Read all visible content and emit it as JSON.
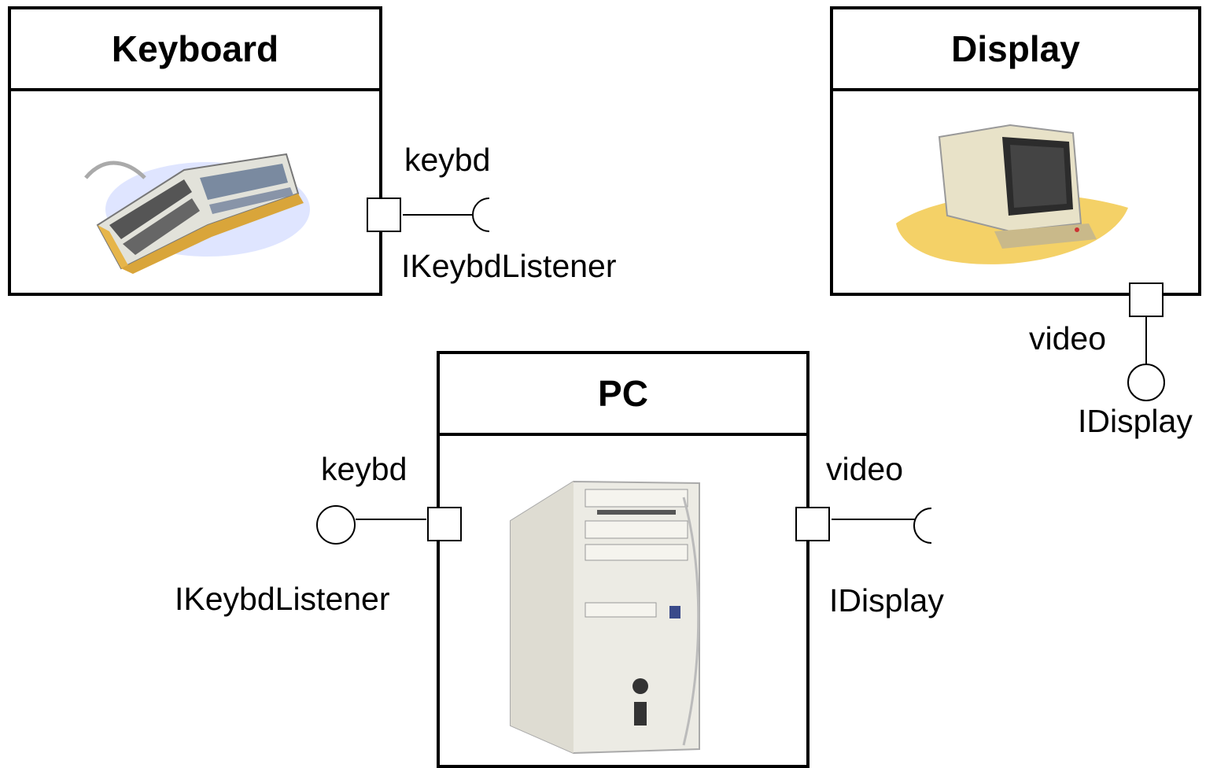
{
  "components": {
    "keyboard": {
      "title": "Keyboard",
      "image": "keyboard-illustration"
    },
    "display": {
      "title": "Display",
      "image": "crt-monitor-illustration"
    },
    "pc": {
      "title": "PC",
      "image": "tower-pc-illustration"
    }
  },
  "keyboard_port": {
    "port_name": "keybd",
    "interface": "IKeybdListener",
    "kind": "required"
  },
  "display_port": {
    "port_name": "video",
    "interface": "IDisplay",
    "kind": "provided"
  },
  "pc_keybd_port": {
    "port_name": "keybd",
    "interface": "IKeybdListener",
    "kind": "provided"
  },
  "pc_video_port": {
    "port_name": "video",
    "interface": "IDisplay",
    "kind": "required"
  }
}
